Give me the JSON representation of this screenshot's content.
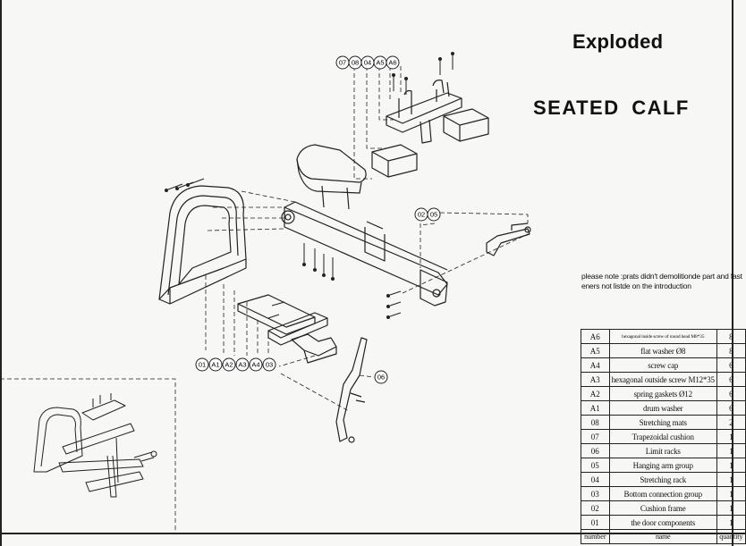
{
  "titles": {
    "line1": "Exploded",
    "line2": "SEATED CALF"
  },
  "note": "please note :prats didn't demolitionde part and fast eners not listde on the introduction",
  "callouts": {
    "top_group": [
      "07",
      "08",
      "04",
      "A5",
      "A6"
    ],
    "right_group": [
      "02",
      "05"
    ],
    "bottom_group": [
      "01",
      "A1",
      "A2",
      "A3",
      "A4",
      "03"
    ],
    "single": "06"
  },
  "bom": {
    "rows": [
      {
        "code": "A6",
        "name": "hexagonal inside screw of round head M8*35",
        "qty": "8",
        "small": true
      },
      {
        "code": "A5",
        "name": "flat washer Ø8",
        "qty": "8"
      },
      {
        "code": "A4",
        "name": "screw cap",
        "qty": "6"
      },
      {
        "code": "A3",
        "name": "hexagonal outside screw M12*35",
        "qty": "6"
      },
      {
        "code": "A2",
        "name": "spring gaskets Ø12",
        "qty": "6"
      },
      {
        "code": "A1",
        "name": "drum washer",
        "qty": "6"
      },
      {
        "code": "08",
        "name": "Stretching mats",
        "qty": "2"
      },
      {
        "code": "07",
        "name": "Trapezoidal cushion",
        "qty": "1"
      },
      {
        "code": "06",
        "name": "Limit racks",
        "qty": "1"
      },
      {
        "code": "05",
        "name": "Hanging arm group",
        "qty": "1"
      },
      {
        "code": "04",
        "name": "Stretching rack",
        "qty": "1"
      },
      {
        "code": "03",
        "name": "Bottom connection group",
        "qty": "1"
      },
      {
        "code": "02",
        "name": "Cushion frame",
        "qty": "1"
      },
      {
        "code": "01",
        "name": "the door components",
        "qty": "1"
      }
    ],
    "header": {
      "code": "number",
      "name": "name",
      "qty": "quantity"
    }
  }
}
